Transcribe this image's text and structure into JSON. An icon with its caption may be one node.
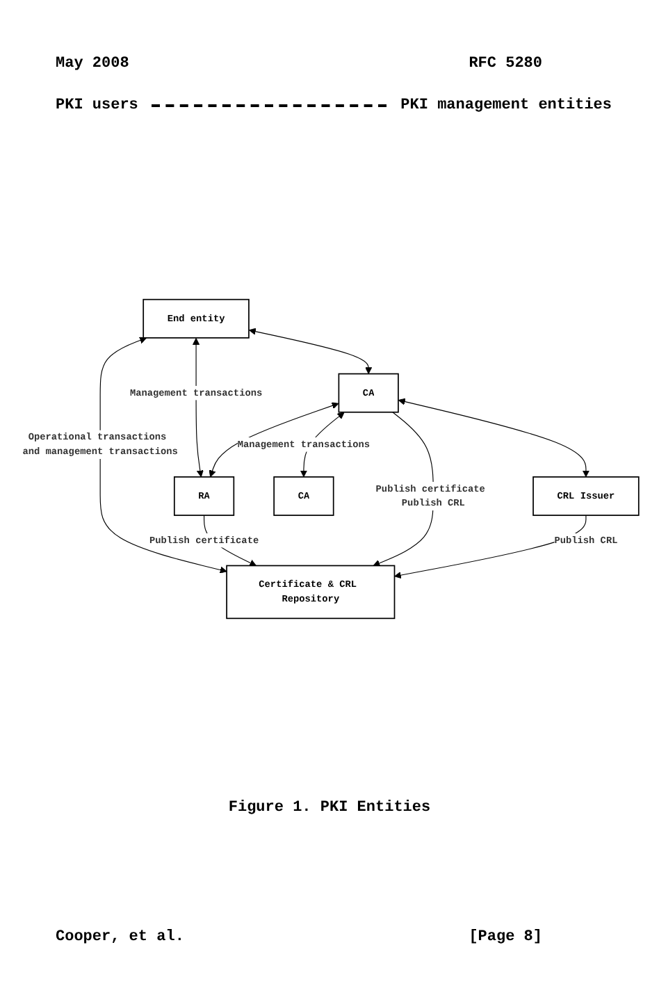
{
  "diagram": {
    "caption": "Figure 1. PKI Entities",
    "nodes": [
      {
        "text": [
          "Certificate & CRL Repository"
        ]
      },
      {
        "text": [
          "End entity"
        ]
      },
      {
        "text": [
          "RA"
        ]
      },
      {
        "text": [
          "CA"
        ]
      },
      {
        "text": [
          "CRL Issuer"
        ]
      },
      {
        "text": [
          "CA"
        ]
      }
    ],
    "edges": [
      {
        "from": 1,
        "to": 0,
        "arrow": "both",
        "label": "Operational transactions and management transactions"
      },
      {
        "from": 1,
        "to": 2,
        "arrow": "both",
        "label": "Management transactions"
      },
      {
        "from": 1,
        "to": 3,
        "arrow": "both"
      },
      {
        "from": 2,
        "to": 0,
        "arrow": "to",
        "label": "Publish certificate"
      },
      {
        "from": 3,
        "to": 2,
        "arrow": "both"
      },
      {
        "from": 3,
        "to": 0,
        "arrow": "to",
        "label": "Publish certificate Publish CRL"
      },
      {
        "from": 3,
        "to": 4,
        "arrow": "both"
      },
      {
        "from": 4,
        "to": 0,
        "arrow": "to",
        "label": "Publish CRL"
      },
      {
        "from": 3,
        "to": 5,
        "arrow": "both",
        "label": "Management transactions"
      }
    ],
    "labels": [
      "May 2008",
      "RFC 5280",
      "PKI users",
      "PKI management entities",
      "Cooper, et al.",
      "[Page 8]"
    ]
  }
}
